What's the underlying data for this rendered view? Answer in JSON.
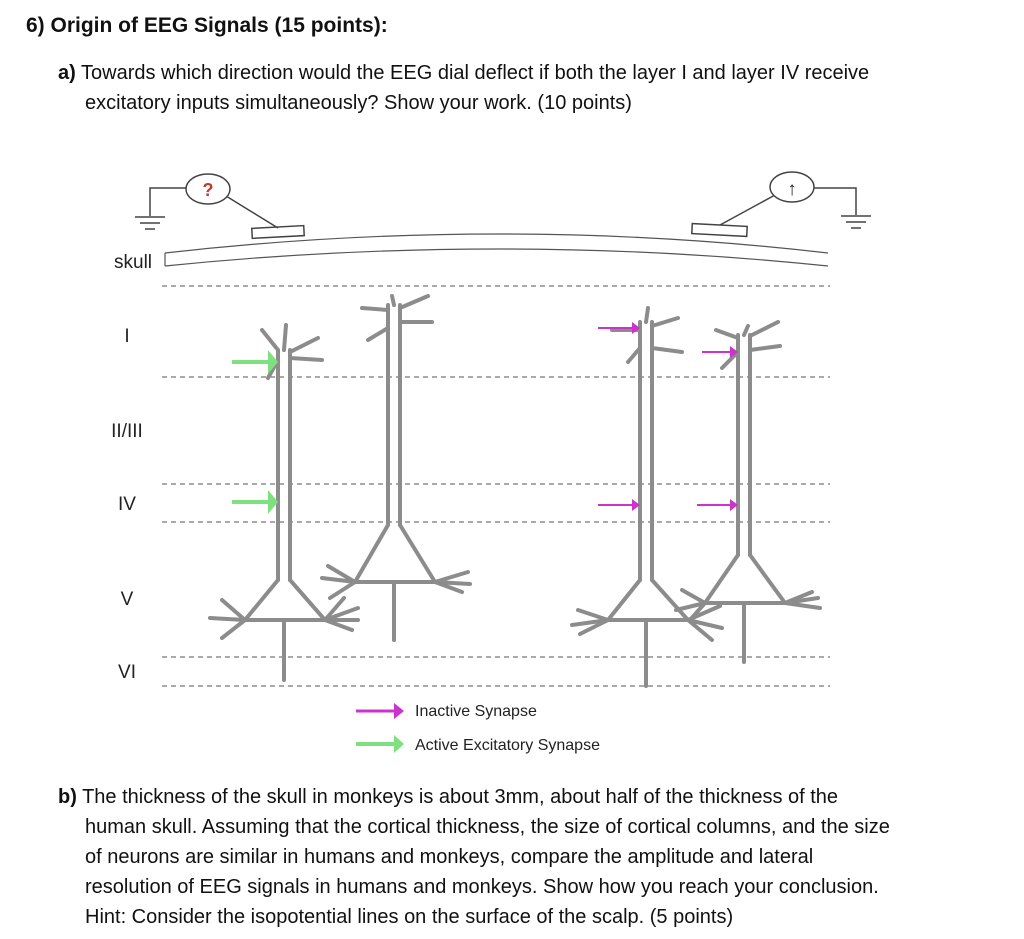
{
  "question": {
    "title": "6)  Origin of EEG Signals (15 points):"
  },
  "part_a": {
    "label": "a)",
    "line1": "Towards which direction would the EEG dial deflect if both the layer I and layer IV receive",
    "line2": "excitatory inputs simultaneously? Show your work. (10 points)"
  },
  "diagram": {
    "skull_label": "skull",
    "left_dial_symbol": "?",
    "right_dial_symbol": "↑",
    "layers": [
      "I",
      "II/III",
      "IV",
      "V",
      "VI"
    ],
    "legend": {
      "inactive": "Inactive Synapse",
      "active": "Active Excitatory Synapse"
    },
    "colors": {
      "neuron": "#8c8c8c",
      "inactive_synapse": "#cc33cc",
      "active_synapse": "#7ee07e",
      "dial_symbol_left": "#c0392b"
    }
  },
  "part_b": {
    "label": "b)",
    "line1": "The thickness of the skull in monkeys is about 3mm, about half of the thickness of the",
    "line2": "human skull. Assuming that the cortical thickness, the size of cortical columns, and the size",
    "line3": "of neurons are similar in humans and monkeys, compare the amplitude and lateral",
    "line4": "resolution of EEG signals in humans and monkeys. Show how you reach your conclusion.",
    "line5": "Hint: Consider the isopotential lines on the surface of the scalp. (5 points)"
  }
}
